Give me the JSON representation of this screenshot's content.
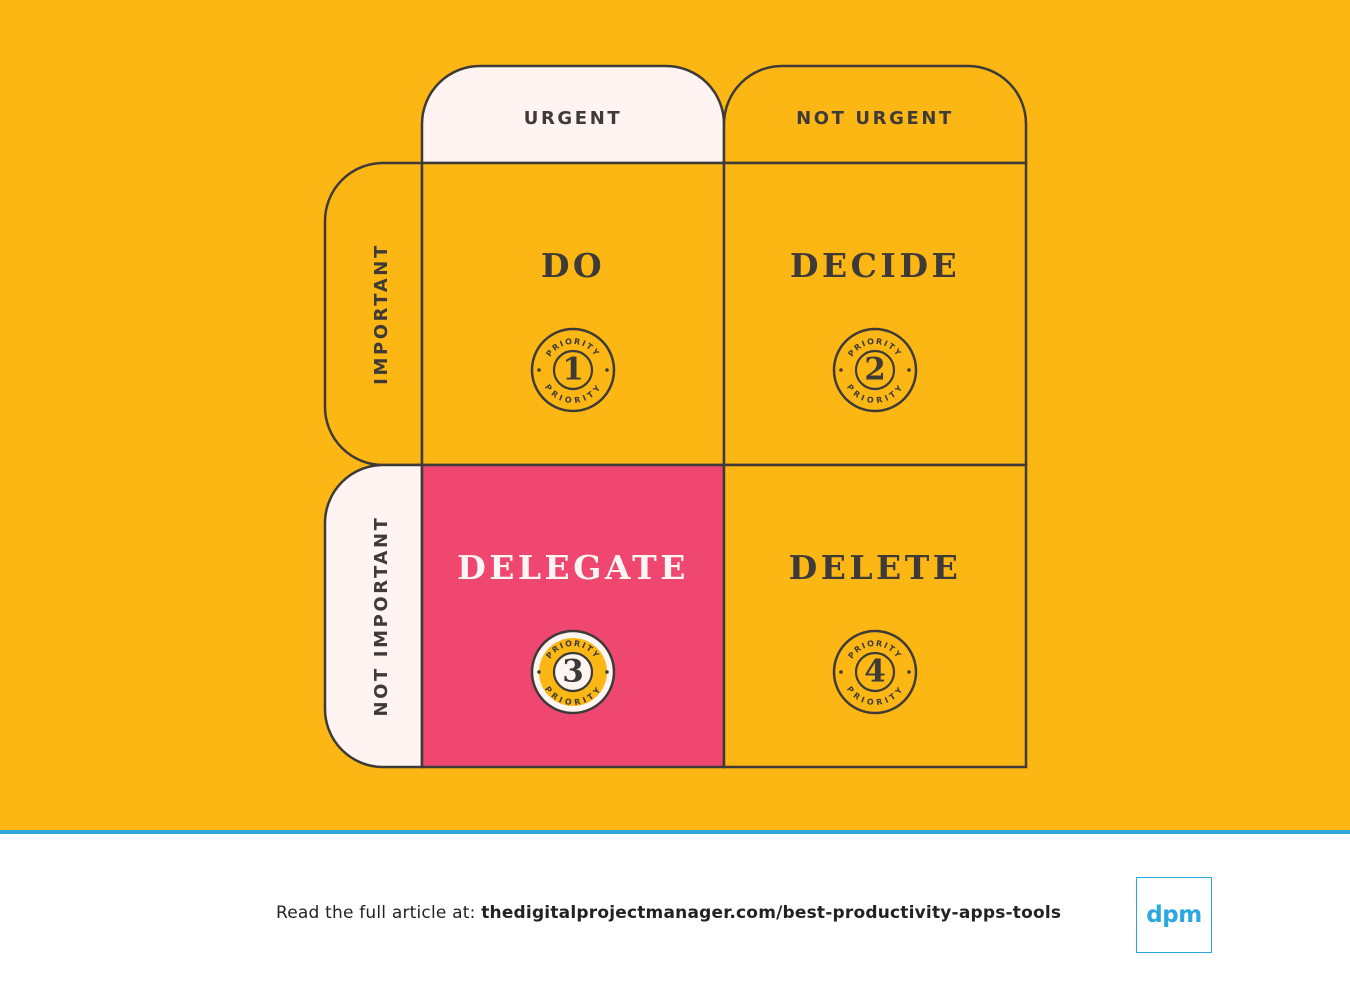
{
  "columns": [
    "URGENT",
    "NOT URGENT"
  ],
  "rows": [
    "IMPORTANT",
    "NOT IMPORTANT"
  ],
  "quadrants": [
    {
      "title": "DO",
      "badge_number": "1",
      "badge_ring_text": "PRIORITY",
      "highlight": false
    },
    {
      "title": "DECIDE",
      "badge_number": "2",
      "badge_ring_text": "PRIORITY",
      "highlight": false
    },
    {
      "title": "DELEGATE",
      "badge_number": "3",
      "badge_ring_text": "PRIORITY",
      "highlight": true
    },
    {
      "title": "DELETE",
      "badge_number": "4",
      "badge_ring_text": "PRIORITY",
      "highlight": false
    }
  ],
  "footer": {
    "prefix": "Read the full article at:",
    "url": "thedigitalprojectmanager.com/best-productivity-apps-tools"
  },
  "logo": {
    "text": "dpm"
  },
  "colors": {
    "background": "#FDB714",
    "highlight": "#EF4770",
    "tab_light": "#FFF4F2",
    "outline": "#3D3A37",
    "accent": "#2AA8DF"
  }
}
